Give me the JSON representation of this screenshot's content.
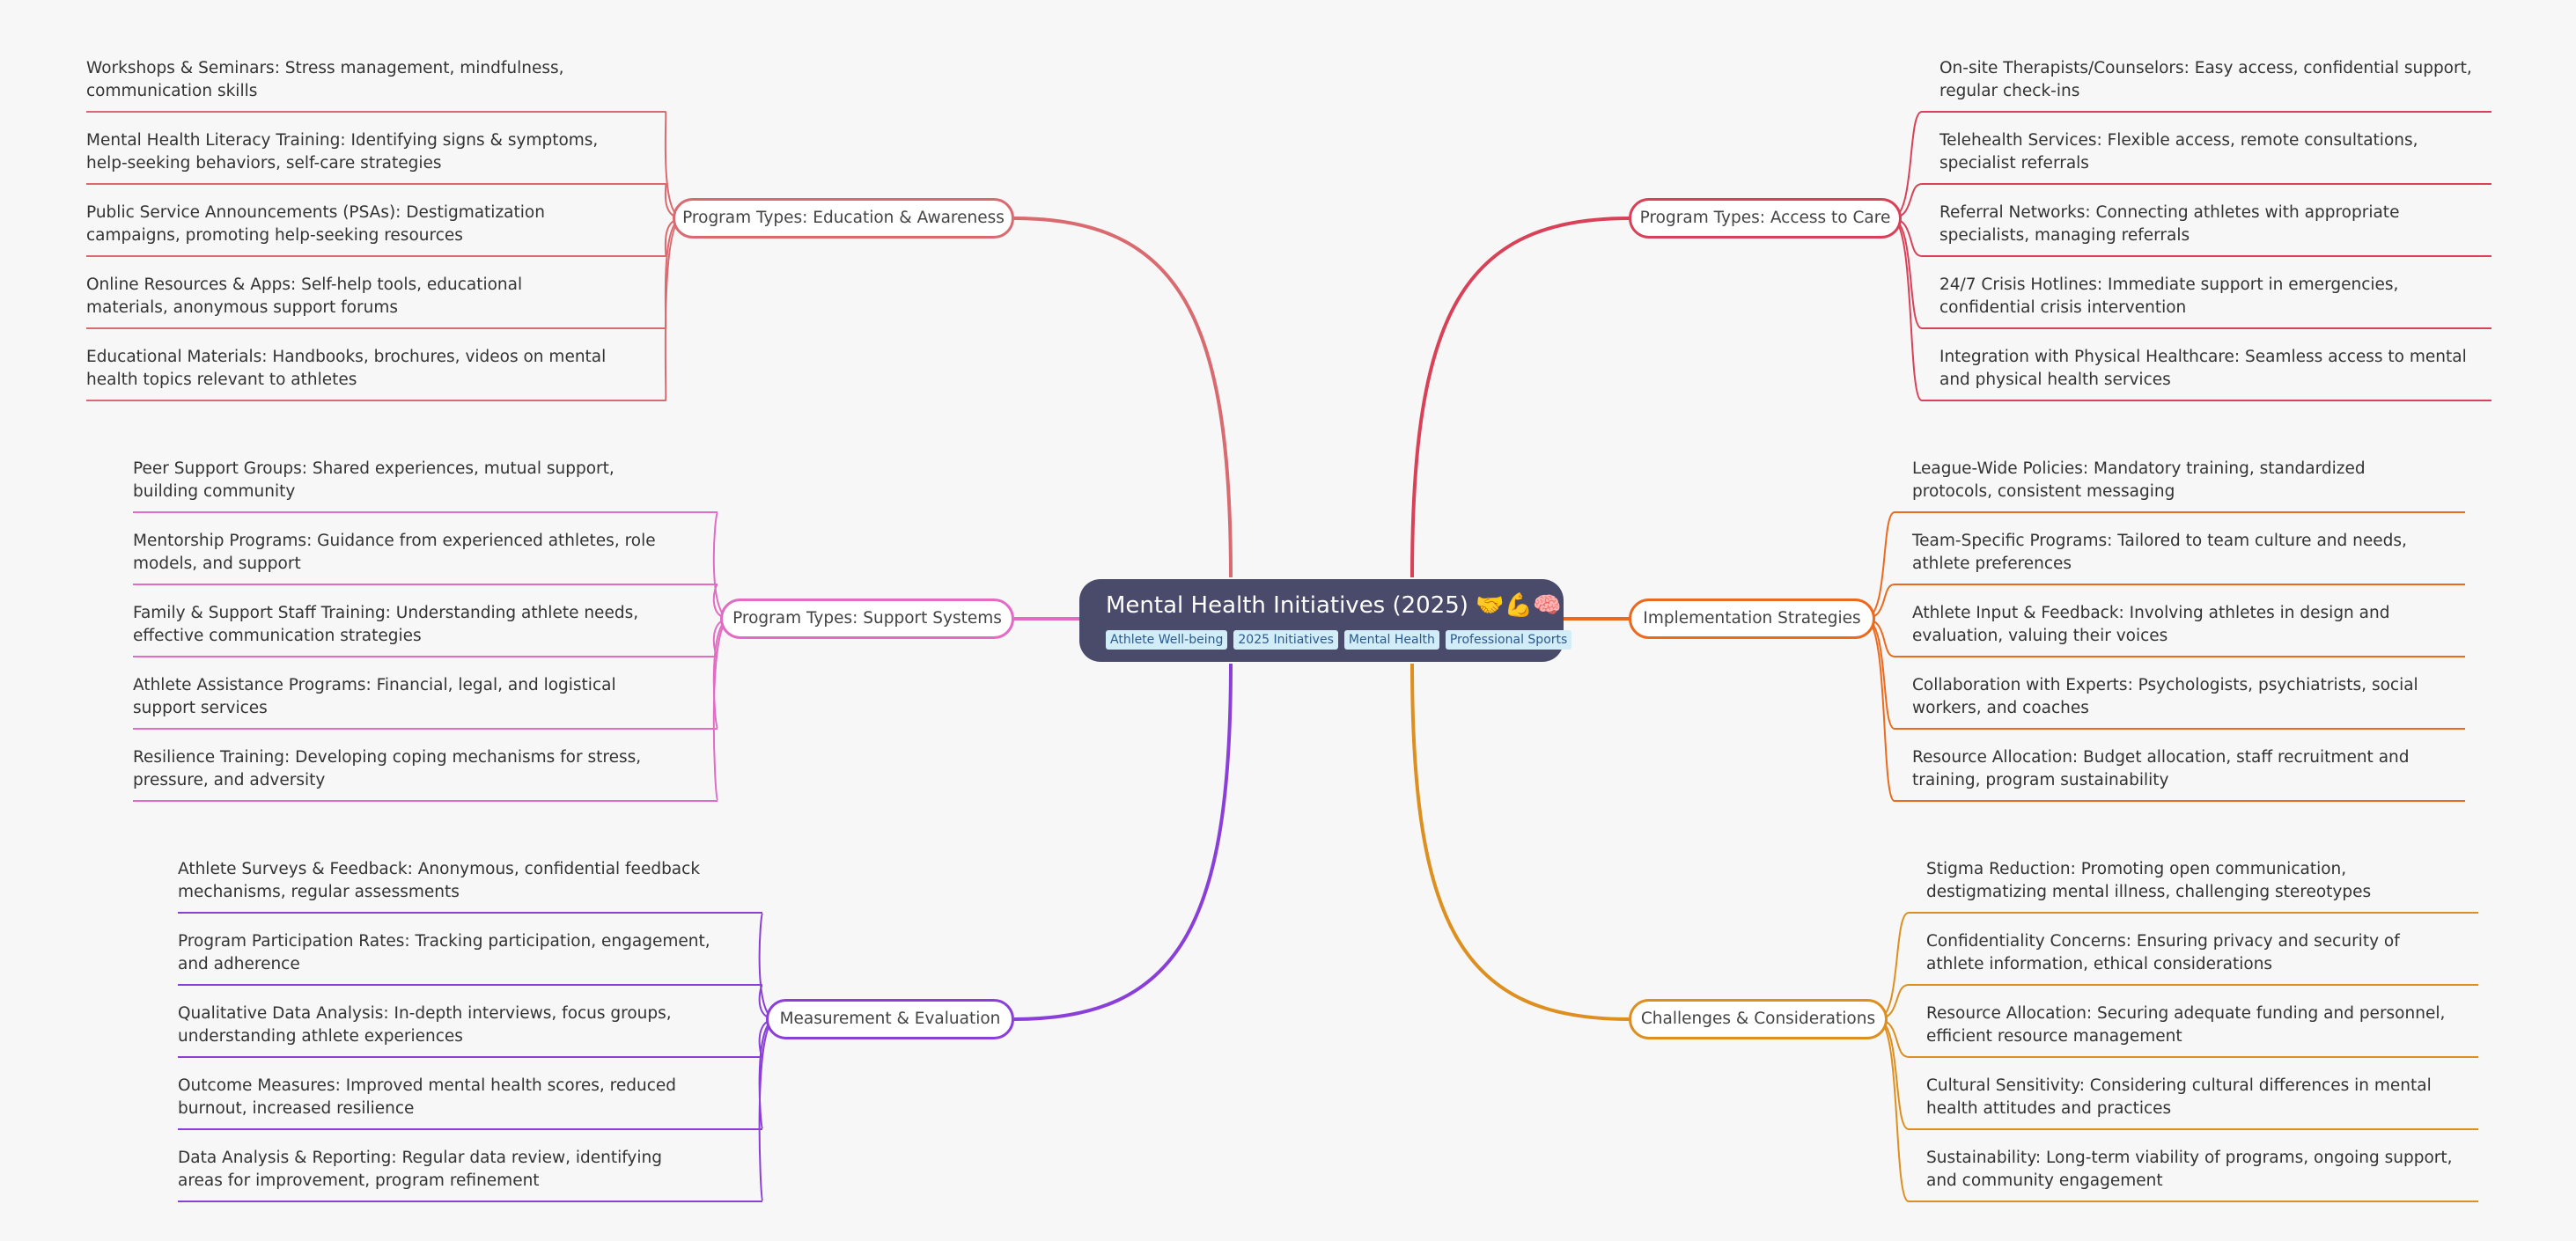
{
  "root": {
    "title": "Mental Health Initiatives (2025) 🤝💪🧠",
    "tags": [
      "Athlete Well-being",
      "2025 Initiatives",
      "Mental Health",
      "Professional Sports"
    ]
  },
  "branches": [
    {
      "label": "Program Types: Education & Awareness",
      "color": "#d96b70",
      "leaves": [
        "Workshops & Seminars: Stress management, mindfulness, communication skills",
        "Mental Health Literacy Training: Identifying signs & symptoms, help-seeking behaviors, self-care strategies",
        "Public Service Announcements (PSAs): Destigmatization campaigns, promoting help-seeking resources",
        "Online Resources & Apps: Self-help tools, educational materials, anonymous support forums",
        "Educational Materials: Handbooks, brochures, videos on mental health topics relevant to athletes"
      ]
    },
    {
      "label": "Program Types: Support Systems",
      "color": "#e26cc4",
      "leaves": [
        "Peer Support Groups: Shared experiences, mutual support, building community",
        "Mentorship Programs: Guidance from experienced athletes, role models, and support",
        "Family & Support Staff Training: Understanding athlete needs, effective communication strategies",
        "Athlete Assistance Programs: Financial, legal, and logistical support services",
        "Resilience Training: Developing coping mechanisms for stress, pressure, and adversity"
      ]
    },
    {
      "label": "Measurement & Evaluation",
      "color": "#8b3fd9",
      "leaves": [
        "Athlete Surveys & Feedback: Anonymous, confidential feedback mechanisms, regular assessments",
        "Program Participation Rates: Tracking participation, engagement, and adherence",
        "Qualitative Data Analysis: In-depth interviews, focus groups, understanding athlete experiences",
        "Outcome Measures: Improved mental health scores, reduced burnout, increased resilience",
        "Data Analysis & Reporting: Regular data review, identifying areas for improvement, program refinement"
      ]
    },
    {
      "label": "Program Types: Access to Care",
      "color": "#d94158",
      "leaves": [
        "On-site Therapists/Counselors: Easy access, confidential support, regular check-ins",
        "Telehealth Services: Flexible access, remote consultations, specialist referrals",
        "Referral Networks: Connecting athletes with appropriate specialists, managing referrals",
        "24/7 Crisis Hotlines: Immediate support in emergencies, confidential crisis intervention",
        "Integration with Physical Healthcare: Seamless access to mental and physical health services"
      ]
    },
    {
      "label": "Implementation Strategies",
      "color": "#ec6a1e",
      "leaves": [
        "League-Wide Policies: Mandatory training, standardized protocols, consistent messaging",
        "Team-Specific Programs: Tailored to team culture and needs, athlete preferences",
        "Athlete Input & Feedback: Involving athletes in design and evaluation, valuing their voices",
        "Collaboration with Experts: Psychologists, psychiatrists, social workers, and coaches",
        "Resource Allocation: Budget allocation, staff recruitment and training, program sustainability"
      ]
    },
    {
      "label": "Challenges & Considerations",
      "color": "#dd8f1f",
      "leaves": [
        "Stigma Reduction: Promoting open communication, destigmatizing mental illness, challenging stereotypes",
        "Confidentiality Concerns: Ensuring privacy and security of athlete information, ethical considerations",
        "Resource Allocation: Securing adequate funding and personnel, efficient resource management",
        "Cultural Sensitivity: Considering cultural differences in mental health attitudes and practices",
        "Sustainability: Long-term viability of programs, ongoing support, and community engagement"
      ]
    }
  ]
}
